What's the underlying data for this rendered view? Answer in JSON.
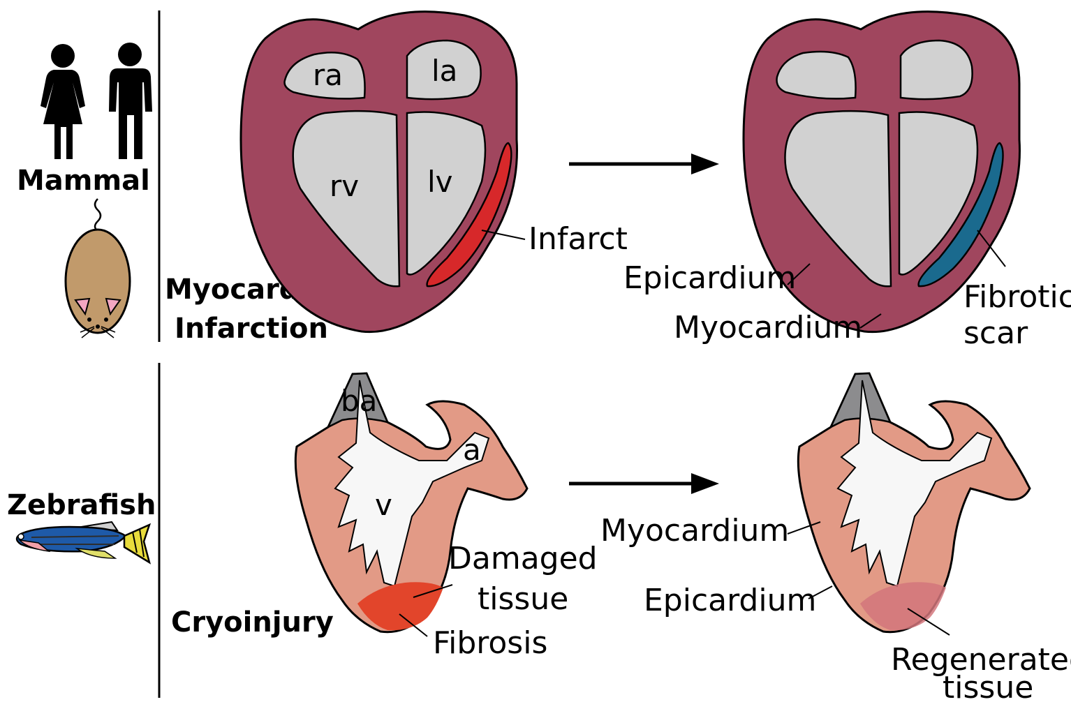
{
  "mammal_panel": {
    "species_label": "Mammal",
    "injury_label_line1": "Myocardial",
    "injury_label_line2": "Infarction",
    "chambers": {
      "ra": "ra",
      "la": "la",
      "rv": "rv",
      "lv": "lv"
    },
    "infarct_label": "Infarct",
    "epicardium_label": "Epicardium",
    "myocardium_label": "Myocardium",
    "scar_label_line1": "Fibrotic",
    "scar_label_line2": "scar"
  },
  "zebrafish_panel": {
    "species_label": "Zebrafish",
    "injury_label": "Cryoinjury",
    "chambers": {
      "ba": "ba",
      "a": "a",
      "v": "v"
    },
    "damaged_label_line1": "Damaged",
    "damaged_label_line2": "tissue",
    "fibrosis_label": "Fibrosis",
    "myocardium_label": "Myocardium",
    "epicardium_label": "Epicardium",
    "regen_label_line1": "Regenerated",
    "regen_label_line2": "tissue"
  },
  "colors": {
    "mammal_heart": "#a0465e",
    "chamber_fill": "#d1d1d1",
    "infarct": "#d7282a",
    "fibrotic_scar": "#1a6a8e",
    "zebrafish_heart": "#e29a86",
    "bulbus": "#8c8c8e",
    "lumen": "#f7f7f7",
    "damaged": "#e2452b",
    "regenerated": "#d2767b"
  },
  "icons": [
    "woman-icon",
    "man-icon",
    "mouse-icon",
    "zebrafish-icon",
    "arrow-right-icon"
  ]
}
